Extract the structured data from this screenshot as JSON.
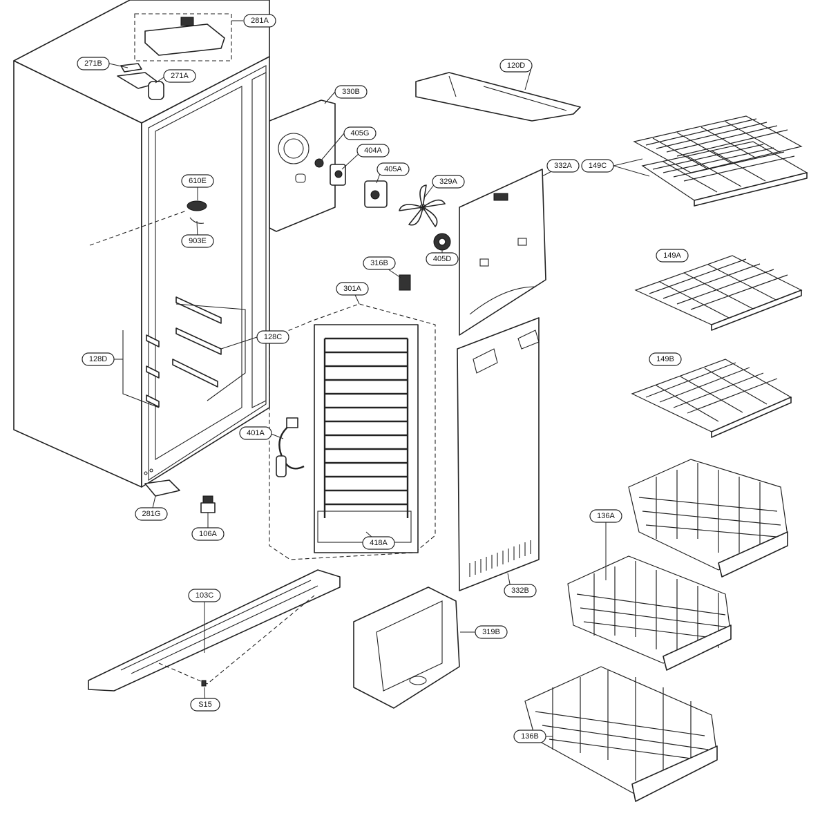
{
  "callouts": {
    "c281A": "281A",
    "c271B": "271B",
    "c271A": "271A",
    "c330B": "330B",
    "c120D": "120D",
    "c405G": "405G",
    "c404A": "404A",
    "c405A": "405A",
    "c332A": "332A",
    "c329A": "329A",
    "c149C": "149C",
    "c610E": "610E",
    "c903E": "903E",
    "c405D": "405D",
    "c316B": "316B",
    "c149A": "149A",
    "c301A": "301A",
    "c128C": "128C",
    "c128D": "128D",
    "c149B": "149B",
    "c401A": "401A",
    "c136A": "136A",
    "c281G": "281G",
    "c106A": "106A",
    "c418A": "418A",
    "c332B": "332B",
    "c103C": "103C",
    "c319B": "319B",
    "c136B": "136B",
    "cS15": "S15"
  }
}
